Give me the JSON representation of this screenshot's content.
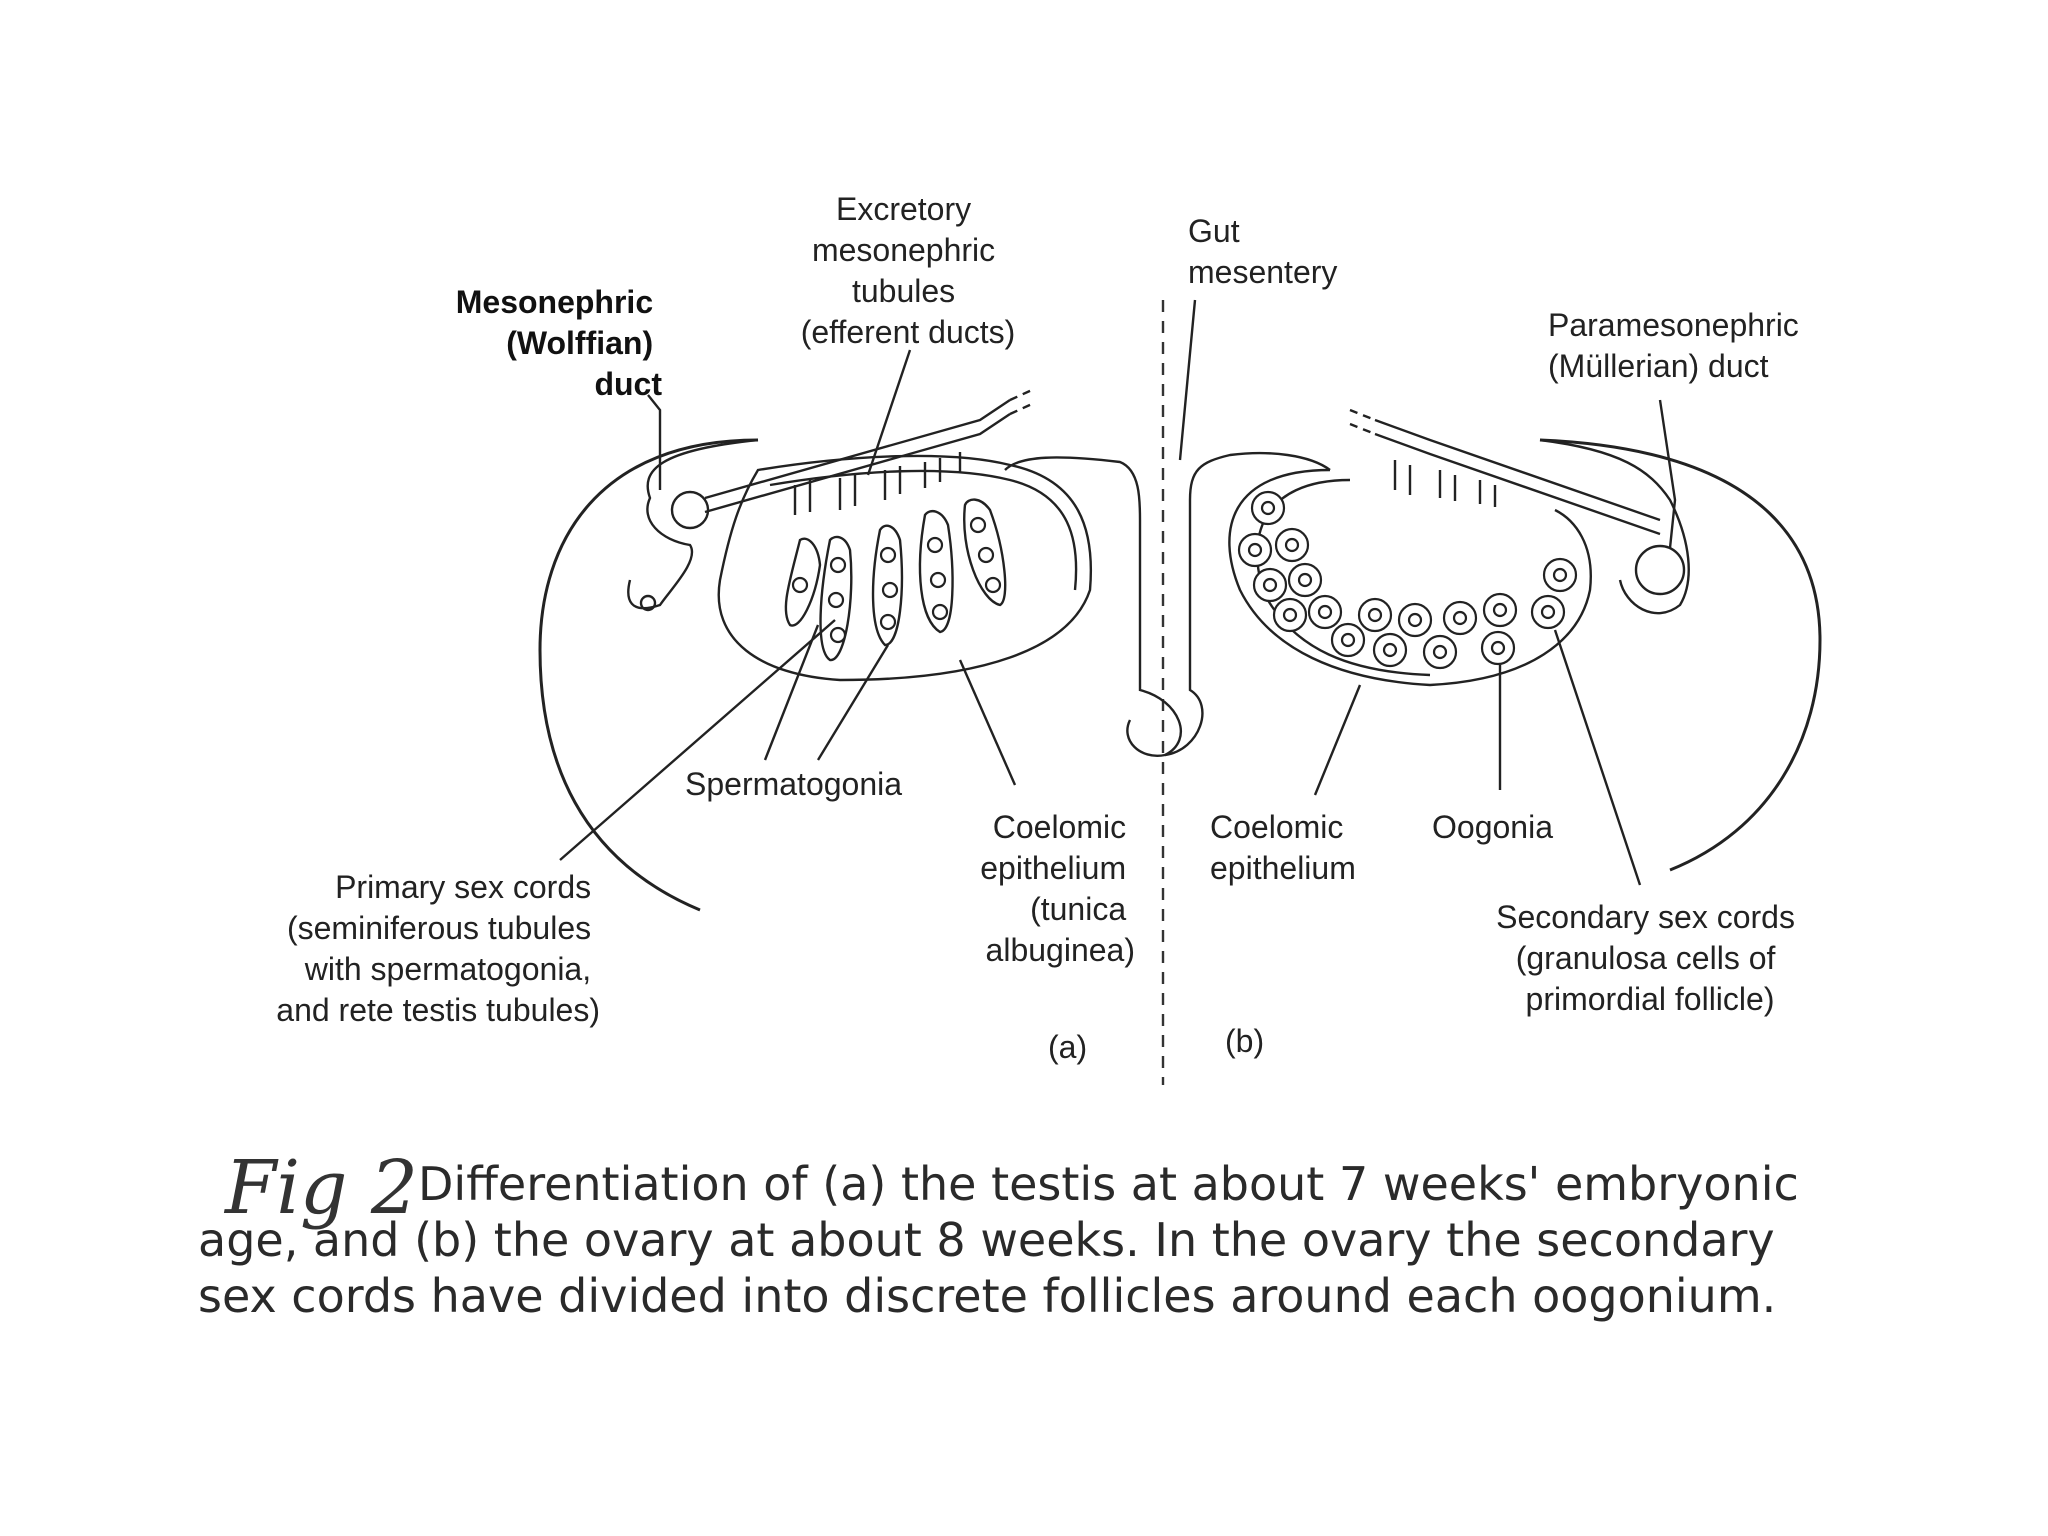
{
  "figure": {
    "mark": "Fig 2",
    "caption_lines": [
      "Differentiation of (a) the testis at about 7 weeks' embryonic",
      "age, and (b) the ovary at about 8 weeks. In the ovary the secondary",
      "sex cords have divided into discrete follicles around each oogonium."
    ]
  },
  "labels": {
    "excretory": [
      "Excretory",
      "mesonephric",
      "tubules",
      "(efferent ducts)"
    ],
    "mesonephric": [
      "Mesonephric",
      "(Wolffian)",
      "duct"
    ],
    "gut": [
      "Gut",
      "mesentery"
    ],
    "paramesonephric": [
      "Paramesonephric",
      "(Müllerian) duct"
    ],
    "spermatogonia": "Spermatogonia",
    "coelomic_a": [
      "Coelomic",
      "epithelium",
      "(tunica",
      "albuginea)"
    ],
    "coelomic_b": [
      "Coelomic",
      "epithelium"
    ],
    "oogonia": "Oogonia",
    "primary_cords": [
      "Primary sex cords",
      "(seminiferous tubules",
      "with spermatogonia,",
      "and rete testis tubules)"
    ],
    "secondary_cords": [
      "Secondary sex cords",
      "(granulosa cells of",
      "primordial follicle)"
    ],
    "panel_a": "(a)",
    "panel_b": "(b)"
  }
}
